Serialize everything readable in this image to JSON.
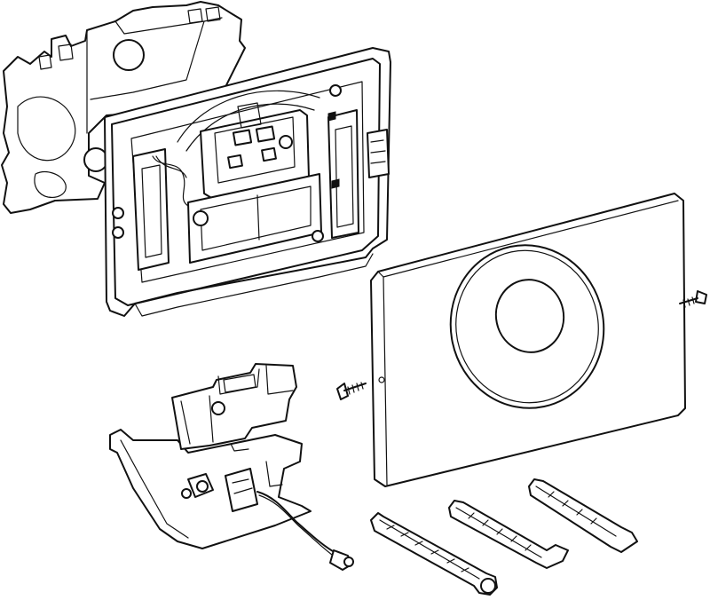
{
  "diagram": {
    "parts": [
      {
        "id": "mounting-plate",
        "icon": "mounting-plate-icon"
      },
      {
        "id": "support-frame",
        "icon": "support-frame-icon"
      },
      {
        "id": "cover-plate",
        "icon": "flush-plate-icon"
      },
      {
        "id": "control-unit",
        "icon": "control-unit-icon"
      },
      {
        "id": "screw-left",
        "icon": "screw-icon"
      },
      {
        "id": "screw-right",
        "icon": "screw-icon"
      },
      {
        "id": "actuator-rods",
        "icon": "rod-icon",
        "count": 3
      }
    ],
    "line_color": "#111111",
    "background_color": "#ffffff"
  }
}
